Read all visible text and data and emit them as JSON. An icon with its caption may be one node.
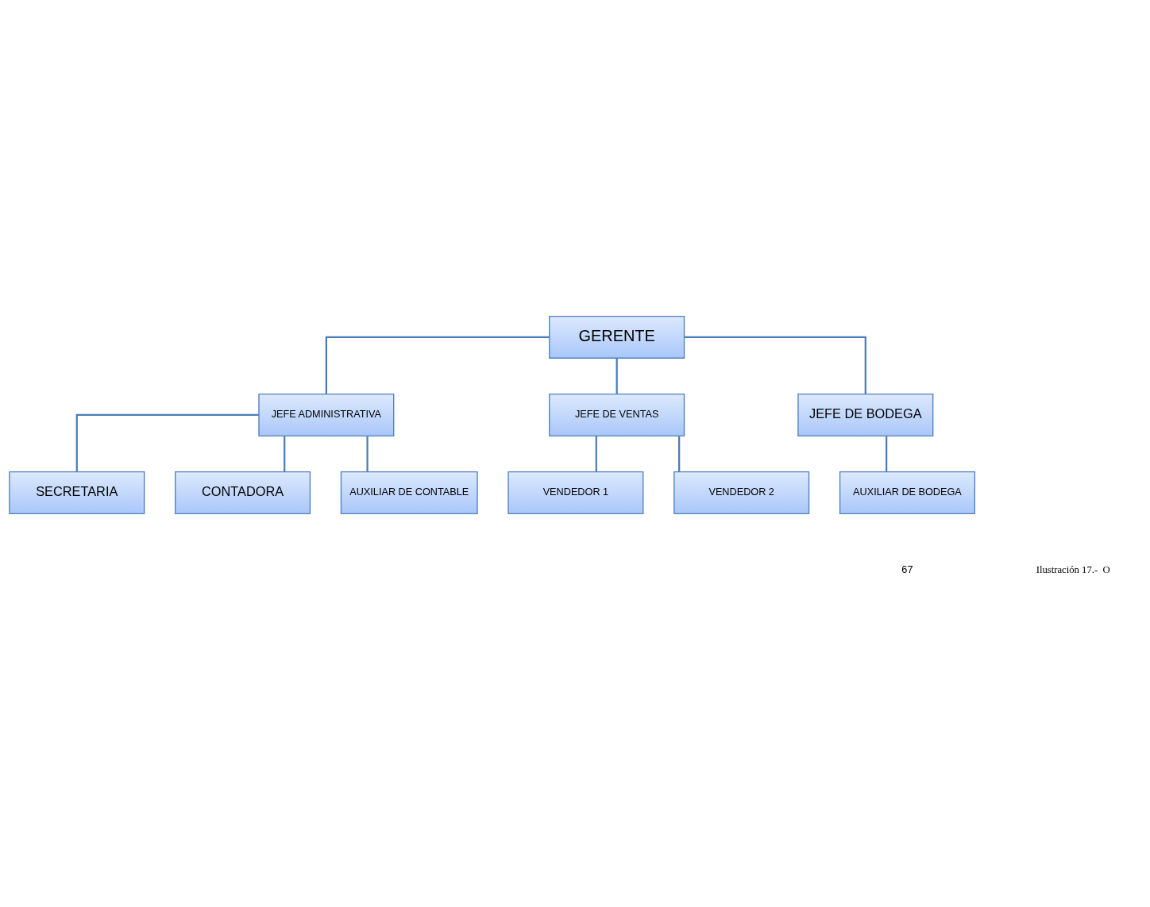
{
  "diagram": {
    "nodes": [
      {
        "text": [
          "GERENTE"
        ]
      },
      {
        "text": [
          "JEFE ADMINISTRATIVA"
        ]
      },
      {
        "text": [
          "SECRETARIA"
        ]
      },
      {
        "text": [
          "CONTADORA"
        ]
      },
      {
        "text": [
          "AUXILIAR DE CONTABLE"
        ]
      },
      {
        "text": [
          "JEFE DE VENTAS"
        ]
      },
      {
        "text": [
          "JEFE DE BODEGA"
        ]
      },
      {
        "text": [
          "VENDEDOR 1"
        ]
      },
      {
        "text": [
          "VENDEDOR 2"
        ]
      },
      {
        "text": [
          "AUXILIAR DE BODEGA"
        ]
      }
    ],
    "edges": [
      {
        "from": 0,
        "to": 1,
        "arrow": "none"
      },
      {
        "from": 1,
        "to": 2,
        "arrow": "none"
      },
      {
        "from": 1,
        "to": 3,
        "arrow": "none"
      },
      {
        "from": 1,
        "to": 4,
        "arrow": "none"
      },
      {
        "from": 0,
        "to": 5,
        "arrow": "none"
      },
      {
        "from": 0,
        "to": 6,
        "arrow": "none"
      },
      {
        "from": 5,
        "to": 7,
        "arrow": "none"
      },
      {
        "from": 5,
        "to": 8,
        "arrow": "none"
      },
      {
        "from": 6,
        "to": 9,
        "arrow": "none"
      }
    ],
    "labels": [
      "67",
      "Ilustración 17.-  O"
    ]
  }
}
